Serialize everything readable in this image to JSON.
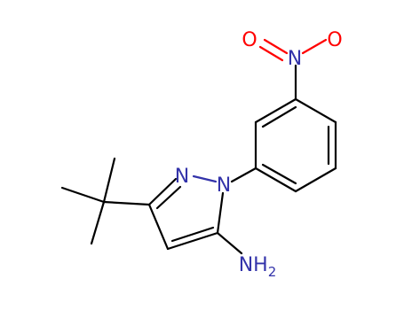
{
  "colors": {
    "bond": "#000000",
    "nitrogen": "#3333aa",
    "oxygen": "#ff0000",
    "background": "#ffffff"
  },
  "atoms": {
    "oxygen_left": "O",
    "nitrogen_nitro": "N",
    "oxygen_right": "O",
    "nitrogen_ring": "N",
    "nitrogen_ring_aryl": "N",
    "amine": "NH",
    "amine_subscript": "2"
  }
}
